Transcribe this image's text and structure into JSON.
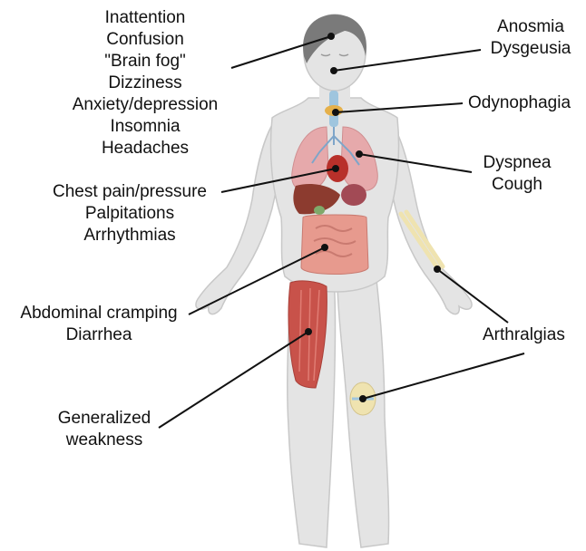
{
  "labels": {
    "neuro": [
      "Inattention",
      "Confusion",
      "\"Brain fog\"",
      "Dizziness",
      "Anxiety/depression",
      "Insomnia",
      "Headaches"
    ],
    "smell_taste": [
      "Anosmia",
      "Dysgeusia"
    ],
    "throat": [
      "Odynophagia"
    ],
    "respiratory": [
      "Dyspnea",
      "Cough"
    ],
    "cardiac": [
      "Chest pain/pressure",
      "Palpitations",
      "Arrhythmias"
    ],
    "abdominal": [
      "Abdominal cramping",
      "Diarrhea"
    ],
    "joints": [
      "Arthralgias"
    ],
    "muscle": [
      "Generalized",
      "weakness"
    ]
  },
  "colors": {
    "skin": "#e4e4e4",
    "skin_outline": "#c8c8c8",
    "hair": "#7a7a7a",
    "lungs": "#e6a9ab",
    "heart": "#b8302a",
    "liver": "#8c3b2f",
    "intestines": "#e79a8e",
    "muscle": "#c8524a",
    "bone": "#efe3b0",
    "trachea": "#9fc5de",
    "leader": "#111111"
  }
}
